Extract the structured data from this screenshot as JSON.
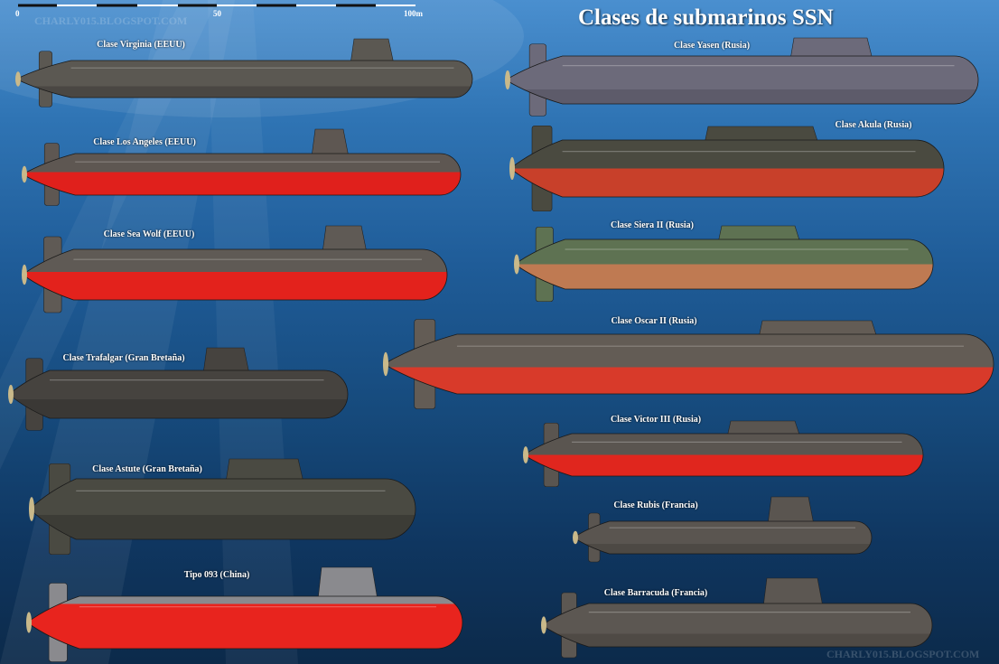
{
  "title": "Clases de submarinos SSN",
  "scale": {
    "ticks": [
      "0",
      "50",
      "100m"
    ]
  },
  "watermarks": {
    "top": "CHARLY015.BLOGSPOT.COM",
    "bottom": "CHARLY015.BLOGSPOT.COM"
  },
  "submarines": [
    {
      "name": "Clase Virginia (EEUU)",
      "top_color": "#5b5852",
      "bottom_color": "#4a4743"
    },
    {
      "name": "Clase Los Angeles (EEUU)",
      "top_color": "#5e5752",
      "bottom_color": "#e0201c"
    },
    {
      "name": "Clase Sea Wolf (EEUU)",
      "top_color": "#5f5a55",
      "bottom_color": "#e3221c"
    },
    {
      "name": "Clase Trafalgar (Gran Bretaña)",
      "top_color": "#46433f",
      "bottom_color": "#3a3835"
    },
    {
      "name": "Clase Astute (Gran Bretaña)",
      "top_color": "#4a4a42",
      "bottom_color": "#3c3c36"
    },
    {
      "name": "Tipo 093 (China)",
      "top_color": "#8a8a8e",
      "bottom_color": "#e8241e"
    },
    {
      "name": "Clase Yasen (Rusia)",
      "top_color": "#6c6a7a",
      "bottom_color": "#5d5b6a"
    },
    {
      "name": "Clase Akula (Rusia)",
      "top_color": "#4a4a40",
      "bottom_color": "#c8402a"
    },
    {
      "name": "Clase Siera II (Rusia)",
      "top_color": "#5e7252",
      "bottom_color": "#bf7a52"
    },
    {
      "name": "Clase Oscar II (Rusia)",
      "top_color": "#635c55",
      "bottom_color": "#d83a2a"
    },
    {
      "name": "Clase Victor III (Rusia)",
      "top_color": "#5a5550",
      "bottom_color": "#e0261e"
    },
    {
      "name": "Clase Rubis (Francia)",
      "top_color": "#5a5550",
      "bottom_color": "#4d4944"
    },
    {
      "name": "Clase Barracuda (Francia)",
      "top_color": "#5c5752",
      "bottom_color": "#4f4a45"
    }
  ]
}
